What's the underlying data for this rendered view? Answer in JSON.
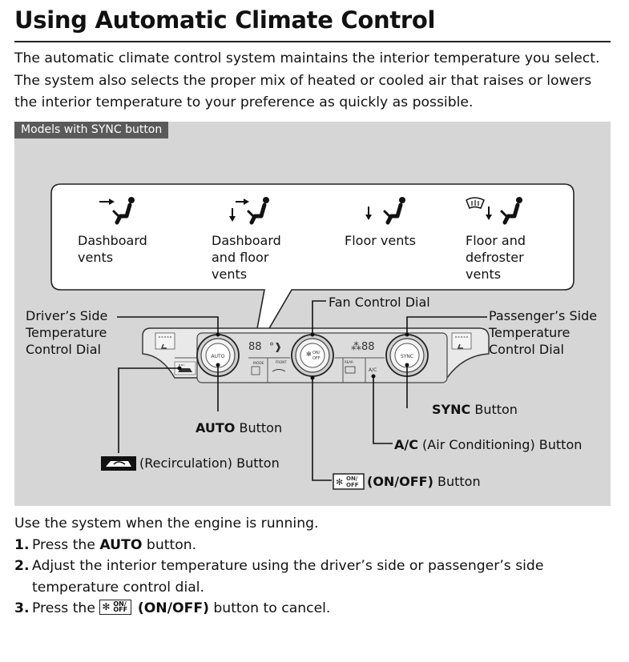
{
  "title": "Using Automatic Climate Control",
  "intro": [
    "The automatic climate control system maintains the interior temperature you select.",
    "The system also selects the proper mix of heated or cooled air that raises or lowers",
    "the interior temperature to your preference as quickly as possible."
  ],
  "figure": {
    "tag": "Models with SYNC button",
    "modes": [
      {
        "icon": "dashboard-vents-icon",
        "lines": [
          "Dashboard",
          "vents"
        ]
      },
      {
        "icon": "dashboard-floor-vents-icon",
        "lines": [
          "Dashboard",
          "and floor",
          "vents"
        ]
      },
      {
        "icon": "floor-vents-icon",
        "lines": [
          "Floor vents"
        ]
      },
      {
        "icon": "floor-defroster-vents-icon",
        "lines": [
          "Floor and",
          "defroster",
          "vents"
        ]
      }
    ],
    "callouts": {
      "driver_dial": [
        "Driver’s Side",
        "Temperature",
        "Control Dial"
      ],
      "fan_dial": "Fan Control Dial",
      "passenger_dial": [
        "Passenger’s Side",
        "Temperature",
        "Control Dial"
      ],
      "auto_bold": "AUTO",
      "auto_rest": " Button",
      "sync_bold": "SYNC",
      "sync_rest": " Button",
      "ac_bold": "A/C",
      "ac_rest": " (Air Conditioning) Button",
      "recirc_rest": " (Recirculation) Button",
      "onoff_bold": "(ON/OFF)",
      "onoff_rest": " Button"
    },
    "panel": {
      "auto": "AUTO",
      "sync": "SYNC",
      "ac": "A/C",
      "on": "ON/",
      "off": "OFF",
      "mode": "MODE",
      "front": "FRONT",
      "rear": "REAR"
    }
  },
  "body": {
    "lead": "Use the system when the engine is running.",
    "step1": {
      "num": "1.",
      "pre": "Press the ",
      "bold": "AUTO",
      "post": " button."
    },
    "step2": {
      "num": "2.",
      "line1": "Adjust the interior temperature using the driver’s side or passenger’s side",
      "line2": "temperature control dial."
    },
    "step3": {
      "num": "3.",
      "pre": "Press the ",
      "icon_on": "ON/",
      "icon_off": "OFF",
      "bold": "(ON/OFF)",
      "post": " button to cancel."
    }
  }
}
